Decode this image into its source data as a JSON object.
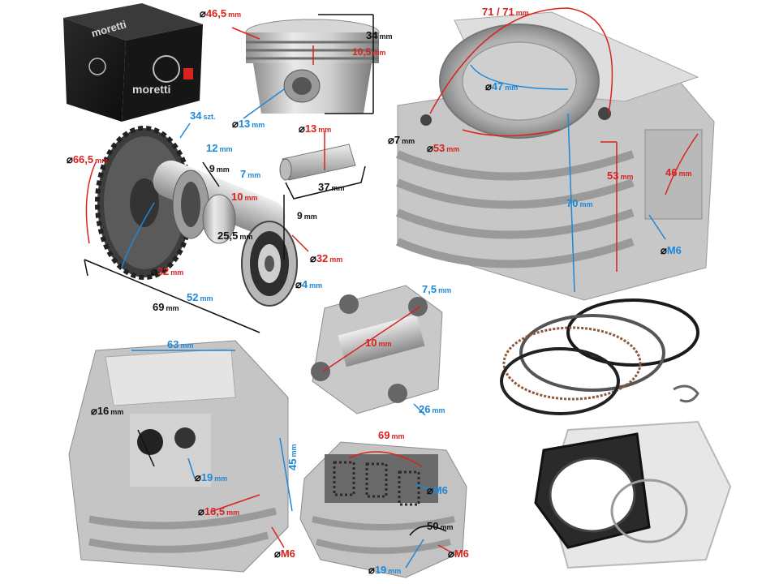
{
  "product": {
    "brand": "moretti"
  },
  "dimensions": {
    "piston_diameter": "46,5",
    "piston_height": "34",
    "piston_ring_zone": "10,5",
    "pin_bore": "13",
    "pin_diameter": "13",
    "pin_length": "37",
    "sprocket_teeth": "34",
    "sprocket_teeth_unit": "szt.",
    "sprocket_diameter": "66,5",
    "cam_12": "12",
    "cam_9a": "9",
    "cam_7": "7",
    "cam_10": "10",
    "cam_9b": "9",
    "cam_25_5": "25,5",
    "bearing_left": "32",
    "bearing_right": "32",
    "cam_bore": "4",
    "cam_52": "52",
    "cam_69": "69",
    "cyl_bore_top": "71 / 71",
    "cyl_bore": "47",
    "cyl_stud": "7",
    "cyl_inner": "53",
    "cyl_53": "53",
    "cyl_46": "46",
    "cyl_height": "70",
    "cyl_bolt": "M6",
    "rocker_7_5": "7,5",
    "rocker_10": "10",
    "rocker_26": "26",
    "head_63": "63",
    "head_16": "16",
    "head_19a": "19",
    "head_16_5": "16,5",
    "head_45": "45",
    "head_m6a": "M6",
    "head_69": "69",
    "head_m6b": "M6",
    "head_50": "50",
    "head_19b": "19",
    "head_m6c": "M6"
  },
  "unit": "mm",
  "colors": {
    "accent_red": "#d8231f",
    "accent_blue": "#1e88d8",
    "metal": "#c8c8c8",
    "box": "#1a1a1a"
  }
}
